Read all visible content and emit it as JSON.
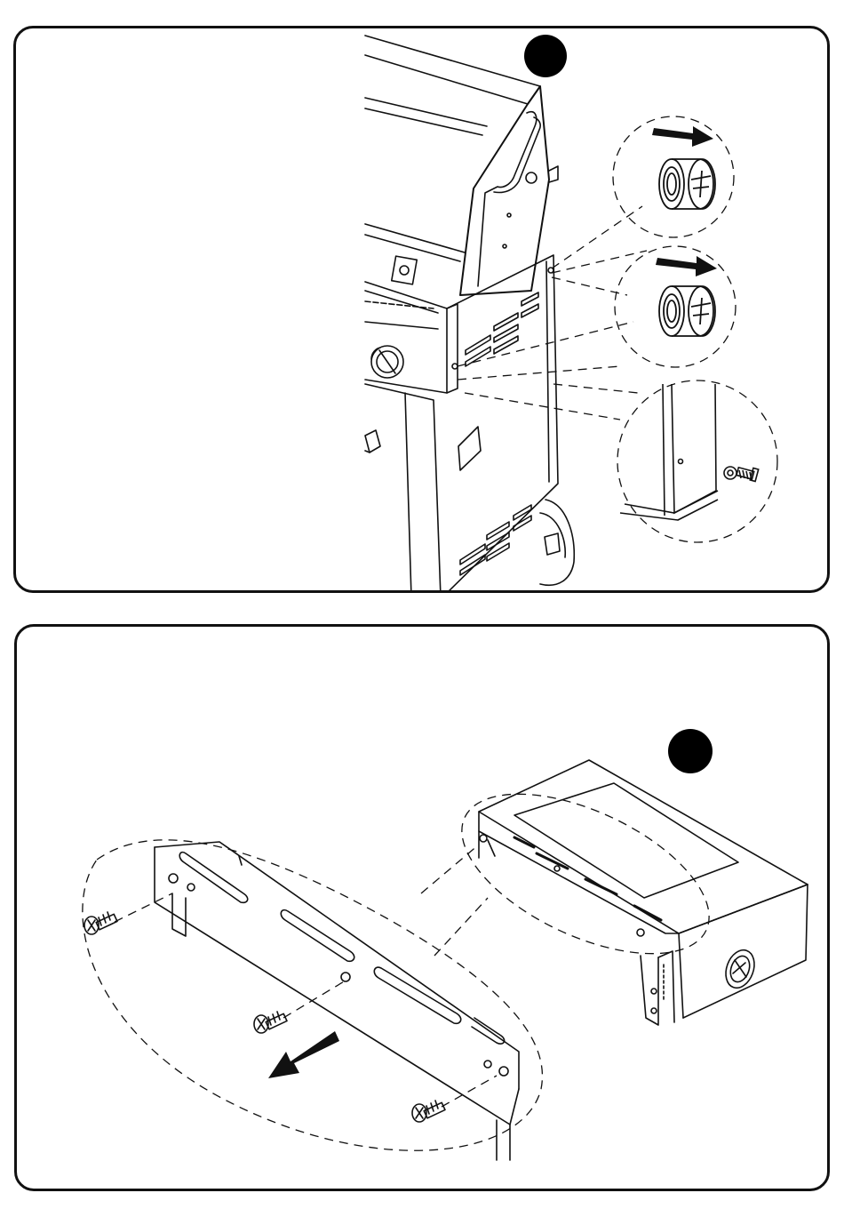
{
  "panels": [
    {
      "id": "panel-1",
      "step_label": "",
      "view": "grill-side-with-screw-detail-callouts"
    },
    {
      "id": "panel-2",
      "step_label": "",
      "view": "side-shelf-front-bracket-removal"
    }
  ],
  "colors": {
    "line": "#111111",
    "background": "#ffffff",
    "marker": "#000000"
  },
  "icons": [
    "step-marker",
    "pull-arrow-icon",
    "screw-icon",
    "washer-icon",
    "knob-icon",
    "wheel-icon"
  ]
}
